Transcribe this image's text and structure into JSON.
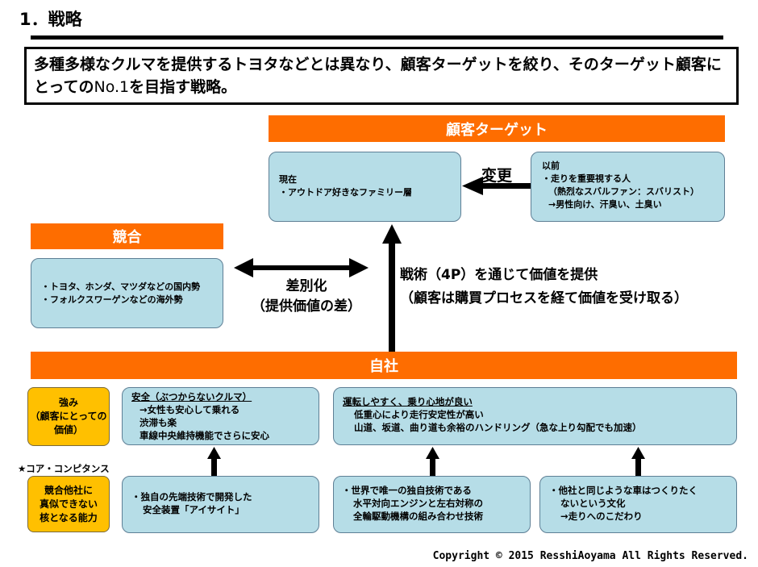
{
  "title": "1．戦略",
  "summary": {
    "text_a": "多種多様なクルマを提供するトヨタなどとは異なり、顧客ターゲットを絞り、そのターゲット顧客にとっての",
    "num": "No.1",
    "text_b": "を目指す戦略。"
  },
  "customer_target": {
    "header": "顧客ターゲット",
    "current": [
      "現在",
      "・アウトドア好きなファミリー層"
    ],
    "change_label": "変更",
    "previous": [
      "以前",
      "・走りを重要視する人",
      "（熱烈なスバルファン：スバリスト）",
      "→男性向け、汗臭い、土臭い"
    ]
  },
  "competition": {
    "header": "競合",
    "items": [
      "・トヨタ、ホンダ、マツダなどの国内勢",
      "・フォルクスワーゲンなどの海外勢"
    ]
  },
  "differentiation": {
    "line1": "差別化",
    "line2": "（提供価値の差）"
  },
  "strategy": {
    "line1": "戦術（4P）を通じて価値を提供",
    "line2": "（顧客は購買プロセスを経て価値を受け取る）"
  },
  "company": {
    "header": "自社",
    "strength_label": [
      "強み",
      "（顧客にとっての",
      "価値）"
    ],
    "core_heading": "★コア・コンピタンス",
    "core_label": [
      "競合他社に",
      "真似できない",
      "核となる能力"
    ],
    "value1": {
      "title": "安全",
      "title_rest": "（ぶつからないクルマ）",
      "lines": [
        "→女性も安心して乗れる",
        "渋滞も楽",
        "車線中央維持機能でさらに安心"
      ]
    },
    "value2": {
      "title": "運転しやすく、乗り心地が良い",
      "lines": [
        "低重心により走行安定性が高い",
        "山道、坂道、曲り道も余裕のハンドリング（急な上り勾配でも加速）"
      ]
    },
    "core1": [
      "・独自の先端技術で開発した",
      "安全装置「アイサイト」"
    ],
    "core2": [
      "・世界で唯一の独自技術である",
      "水平対向エンジンと左右対称の",
      "全輪駆動機構の組み合わせ技術"
    ],
    "core3": [
      "・他社と同じような車はつくりたく",
      "ないという文化",
      "→走りへのこだわり"
    ]
  },
  "copyright": "Copyright © 2015 ResshiAoyama All Rights Reserved.",
  "colors": {
    "band": "#fe6d00",
    "box": "#b6dde7",
    "highlight": "#ffc000"
  }
}
